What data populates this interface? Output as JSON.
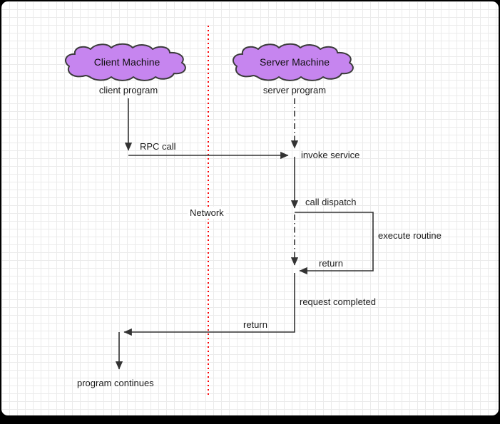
{
  "colors": {
    "cloud_fill": "#c685ef",
    "cloud_stroke": "#3b3b3b",
    "line": "#333333",
    "network_line": "#fb0205",
    "text": "#1c1c1c"
  },
  "nodes": {
    "client_machine": {
      "label": "Client Machine"
    },
    "server_machine": {
      "label": "Server Machine"
    },
    "client_program": {
      "label": "client program"
    },
    "server_program": {
      "label": "server program"
    },
    "program_continues": {
      "label": "program continues"
    }
  },
  "edges": {
    "rpc_call": {
      "label": "RPC call"
    },
    "invoke_service": {
      "label": "invoke service"
    },
    "call_dispatch": {
      "label": "call dispatch"
    },
    "execute_routine": {
      "label": "execute routine"
    },
    "return_from_routine": {
      "label": "return"
    },
    "request_completed": {
      "label": "request completed"
    },
    "return_to_client": {
      "label": "return"
    }
  },
  "network": {
    "label": "Network"
  }
}
